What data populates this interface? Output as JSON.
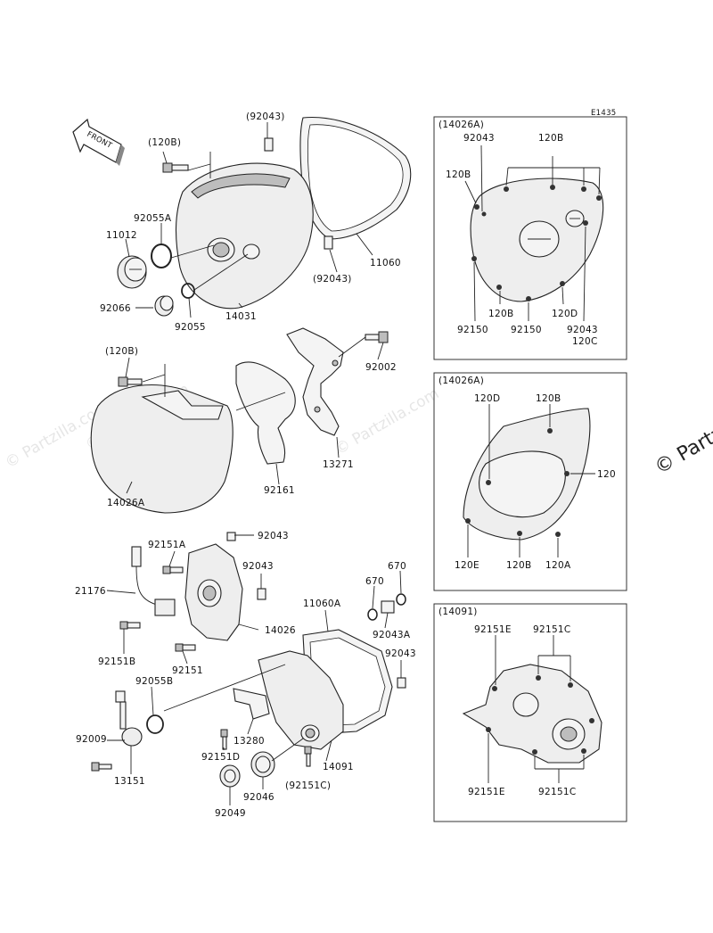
{
  "diagram_code": "E1435",
  "front_label": "FRONT",
  "watermark": "© Partzilla.com",
  "watermark_edge": "© Partz",
  "labels": {
    "p92043_top": "(92043)",
    "p120B_top": "(120B)",
    "p92055A": "92055A",
    "p11012": "11012",
    "p92066": "92066",
    "p92055": "92055",
    "p14031": "14031",
    "p11060": "11060",
    "p92043_paren2": "(92043)",
    "p120B_mid": "(120B)",
    "p92002": "92002",
    "p13271": "13271",
    "p92161": "92161",
    "p14026A": "14026A",
    "p92151A": "92151A",
    "p92043_a": "92043",
    "p21176": "21176",
    "p92043_b": "92043",
    "p14026": "14026",
    "p92151B": "92151B",
    "p92151": "92151",
    "p11060A": "11060A",
    "p670a": "670",
    "p670b": "670",
    "p92043A": "92043A",
    "p92043_c": "92043",
    "p92055B": "92055B",
    "p92009": "92009",
    "p13151": "13151",
    "p13280": "13280",
    "p92151D": "92151D",
    "p14091": "14091",
    "p92046": "92046",
    "p92151C_paren": "(92151C)",
    "p92049": "92049"
  },
  "inset1": {
    "title": "(14026A)",
    "l_92043": "92043",
    "l_120B_top": "120B",
    "l_120B_left": "120B",
    "l_92150a": "92150",
    "l_120B_bot": "120B",
    "l_92150b": "92150",
    "l_120D": "120D",
    "l_92043_r": "92043",
    "l_120C": "120C"
  },
  "inset2": {
    "title": "(14026A)",
    "l_120D": "120D",
    "l_120B_top": "120B",
    "l_120": "120",
    "l_120E": "120E",
    "l_120B_bot": "120B",
    "l_120A": "120A"
  },
  "inset3": {
    "title": "(14091)",
    "l_92151E_top": "92151E",
    "l_92151C_top": "92151C",
    "l_92151E_bot": "92151E",
    "l_92151C_bot": "92151C"
  }
}
